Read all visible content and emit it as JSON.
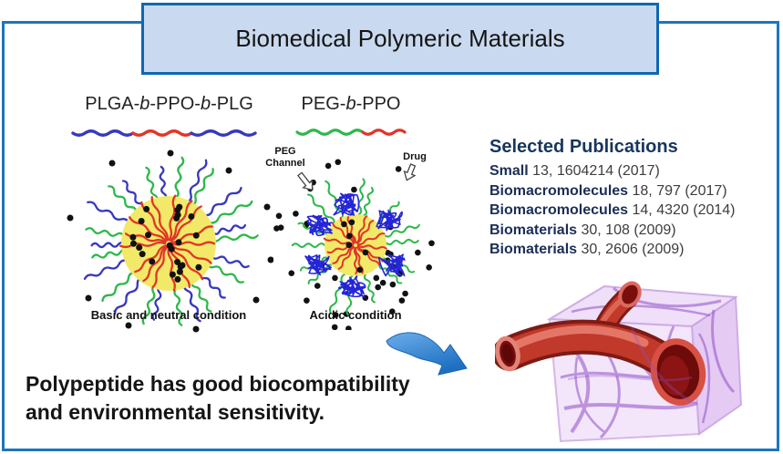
{
  "title": "Biomedical Polymeric Materials",
  "left_diagram": {
    "title_parts": {
      "p1": "PLGA-",
      "b1": "b",
      "p2": "-PPO-",
      "b2": "b",
      "p3": "-PLG"
    },
    "caption": "Basic and neutral condition"
  },
  "right_diagram": {
    "title_parts": {
      "p1": "PEG-",
      "b1": "b",
      "p2": "-PPO"
    },
    "labels": {
      "peg_line1": "PEG",
      "peg_line2": "Channel",
      "drug": "Drug"
    },
    "caption": "Acidic condition"
  },
  "publications": {
    "heading": "Selected Publications",
    "items": [
      {
        "journal": "Small",
        "ref": " 13, 1604214 (2017)"
      },
      {
        "journal": "Biomacromolecules",
        "ref": " 18, 797 (2017)"
      },
      {
        "journal": "Biomacromolecules",
        "ref": " 14, 4320 (2014)"
      },
      {
        "journal": "Biomaterials",
        "ref": " 30, 108 (2009)"
      },
      {
        "journal": "Biomaterials",
        "ref": " 30, 2606 (2009)"
      }
    ]
  },
  "footer": {
    "line1": "Polypeptide has good biocompatibility",
    "line2": "and environmental sensitivity."
  },
  "colors": {
    "frame_blue": "#1c76bd",
    "title_fill": "#c9d9ef",
    "title_border": "#0f67b1",
    "heading_navy": "#17365d",
    "chain_blue": "#3838bd",
    "chain_green": "#2eb84b",
    "chain_red": "#e23528",
    "core_yellow": "#f2e968",
    "drug_blue": "#2525d8",
    "dot_black": "#111111",
    "arrow_blue": "#2e85d5",
    "vessel_red": "#c0392b",
    "scaffold_purple": "#9050c8"
  }
}
